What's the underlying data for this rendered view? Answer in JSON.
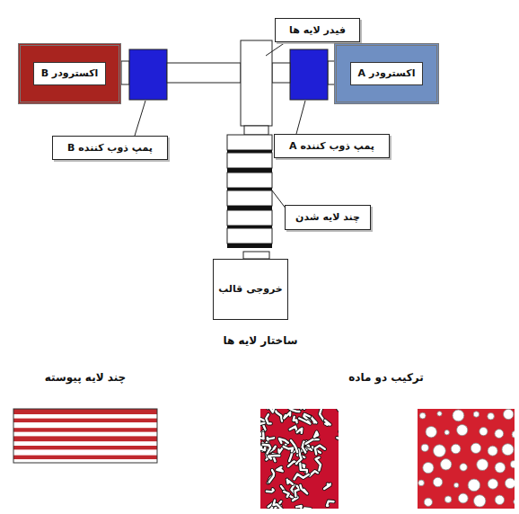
{
  "diagram": {
    "nodes": [
      {
        "text": [
          "فیدر لایه ها"
        ]
      },
      {
        "text": [
          "اکسترودر B"
        ]
      },
      {
        "text": [
          "اکسترودر A"
        ]
      },
      {
        "text": [
          "پمپ ذوب کننده B"
        ]
      },
      {
        "text": [
          "پمپ ذوب کننده A"
        ]
      },
      {
        "text": [
          "چند لایه شدن"
        ]
      },
      {
        "text": [
          "خروجی قالب"
        ]
      }
    ],
    "labels": [
      "ساختار لایه ها",
      "چند لایه پیوسته",
      "ترکیب دو ماده"
    ]
  }
}
